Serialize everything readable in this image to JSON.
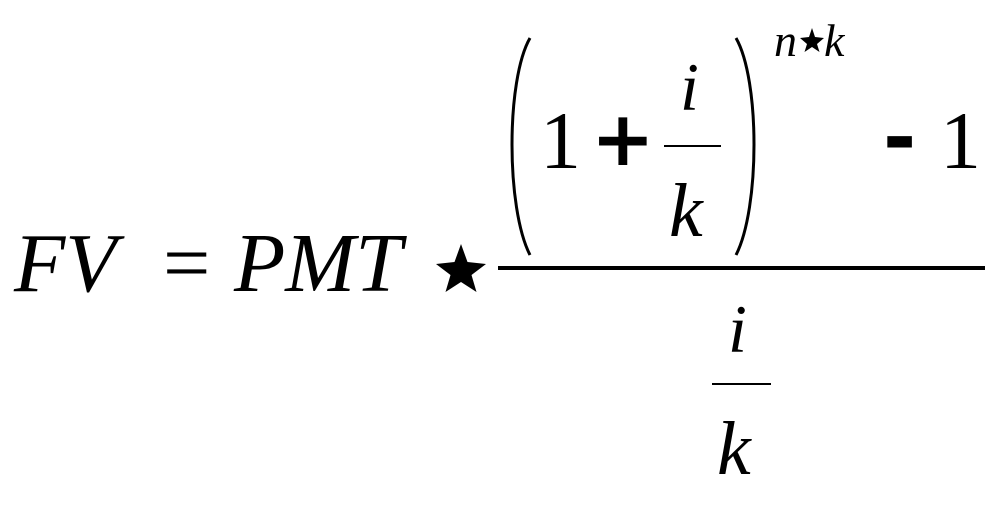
{
  "formula": {
    "lhs": "FV",
    "equals": "=",
    "pmt": "PMT",
    "times": "*",
    "one": "1",
    "plus": "+",
    "i_top": "i",
    "k_bottom": "k",
    "exponent_n": "n",
    "exponent_times": "*",
    "exponent_k": "k",
    "minus": "-",
    "minus_one": "1",
    "denominator_i": "i",
    "denominator_k": "k"
  },
  "colors": {
    "text": "#000000",
    "background": "#ffffff"
  }
}
